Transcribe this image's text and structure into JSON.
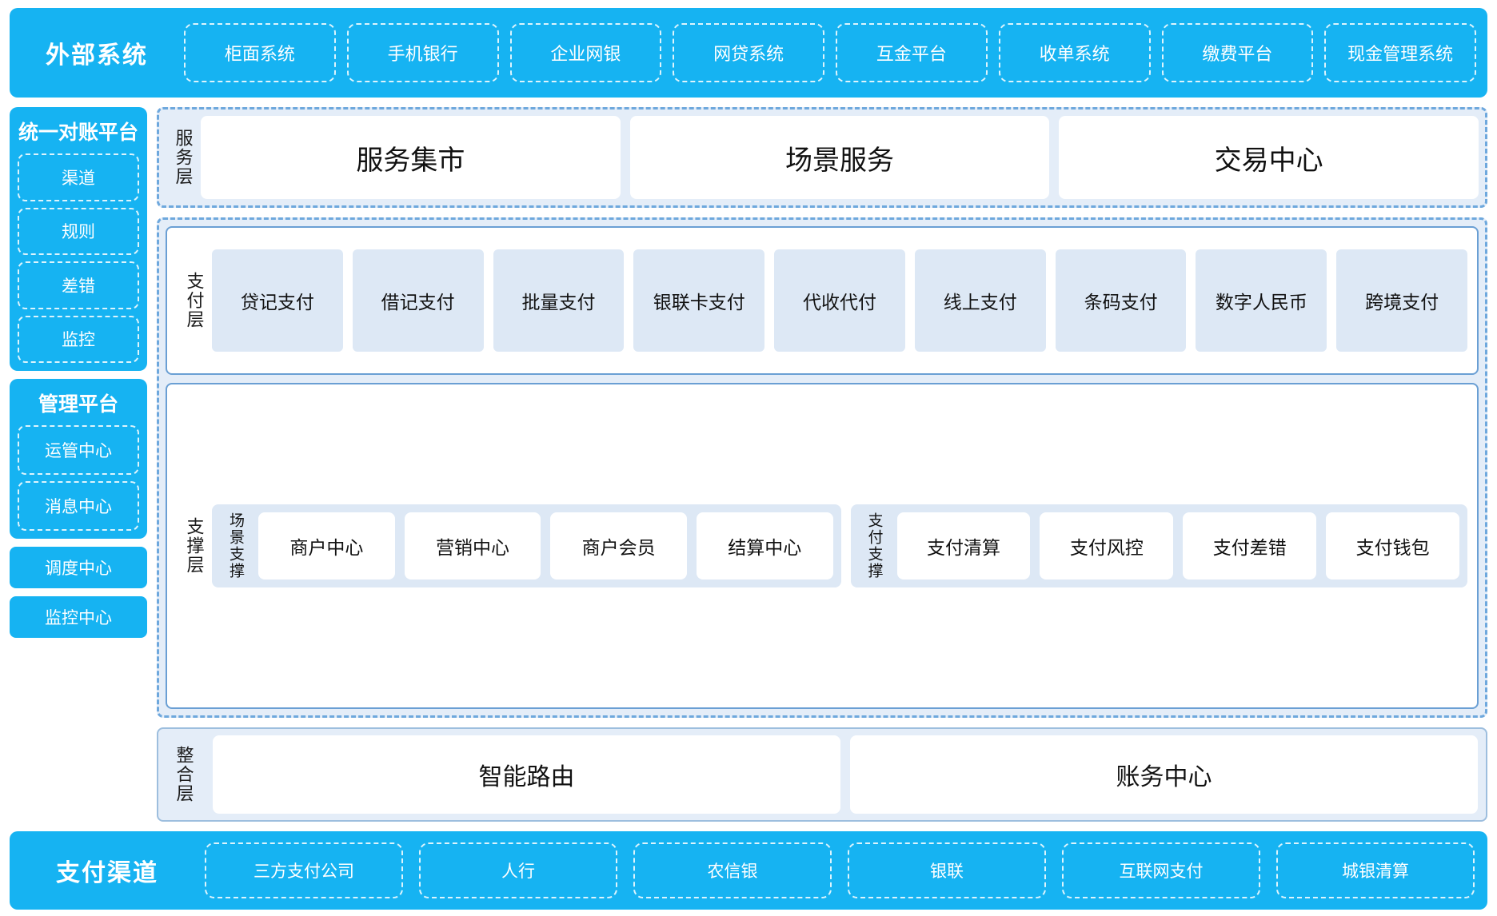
{
  "external": {
    "title": "外部系统",
    "items": [
      "柜面系统",
      "手机银行",
      "企业网银",
      "网贷系统",
      "互金平台",
      "收单系统",
      "缴费平台",
      "现金管理系统"
    ]
  },
  "rail": {
    "reconciliation": {
      "title": "统一对账平台",
      "items": [
        "渠道",
        "规则",
        "差错",
        "监控"
      ]
    },
    "management": {
      "title": "管理平台",
      "items": [
        "运管中心",
        "消息中心"
      ]
    },
    "standalone": [
      "调度中心",
      "监控中心"
    ]
  },
  "service_layer": {
    "label": "服务层",
    "items": [
      "服务集市",
      "场景服务",
      "交易中心"
    ]
  },
  "payment_layer": {
    "label": "支付层",
    "items": [
      "贷记支付",
      "借记支付",
      "批量支付",
      "银联卡支付",
      "代收代付",
      "线上支付",
      "条码支付",
      "数字人民币",
      "跨境支付"
    ]
  },
  "support_layer": {
    "label": "支撑层",
    "groups": [
      {
        "label": "场景支撑",
        "items": [
          "商户中心",
          "营销中心",
          "商户会员",
          "结算中心"
        ]
      },
      {
        "label": "支付支撑",
        "items": [
          "支付清算",
          "支付风控",
          "支付差错",
          "支付钱包"
        ]
      }
    ]
  },
  "integration_layer": {
    "label": "整合层",
    "items": [
      "智能路由",
      "账务中心"
    ]
  },
  "channels": {
    "title": "支付渠道",
    "items": [
      "三方支付公司",
      "人行",
      "农信银",
      "银联",
      "互联网支付",
      "城银清算"
    ]
  },
  "colors": {
    "brand_blue": "#16b3f2",
    "layer_bg": "#e4edf8",
    "tile_bg": "#dde8f5",
    "border_blue": "#6a9fd4",
    "dashed_blue": "#6ea8dd"
  }
}
